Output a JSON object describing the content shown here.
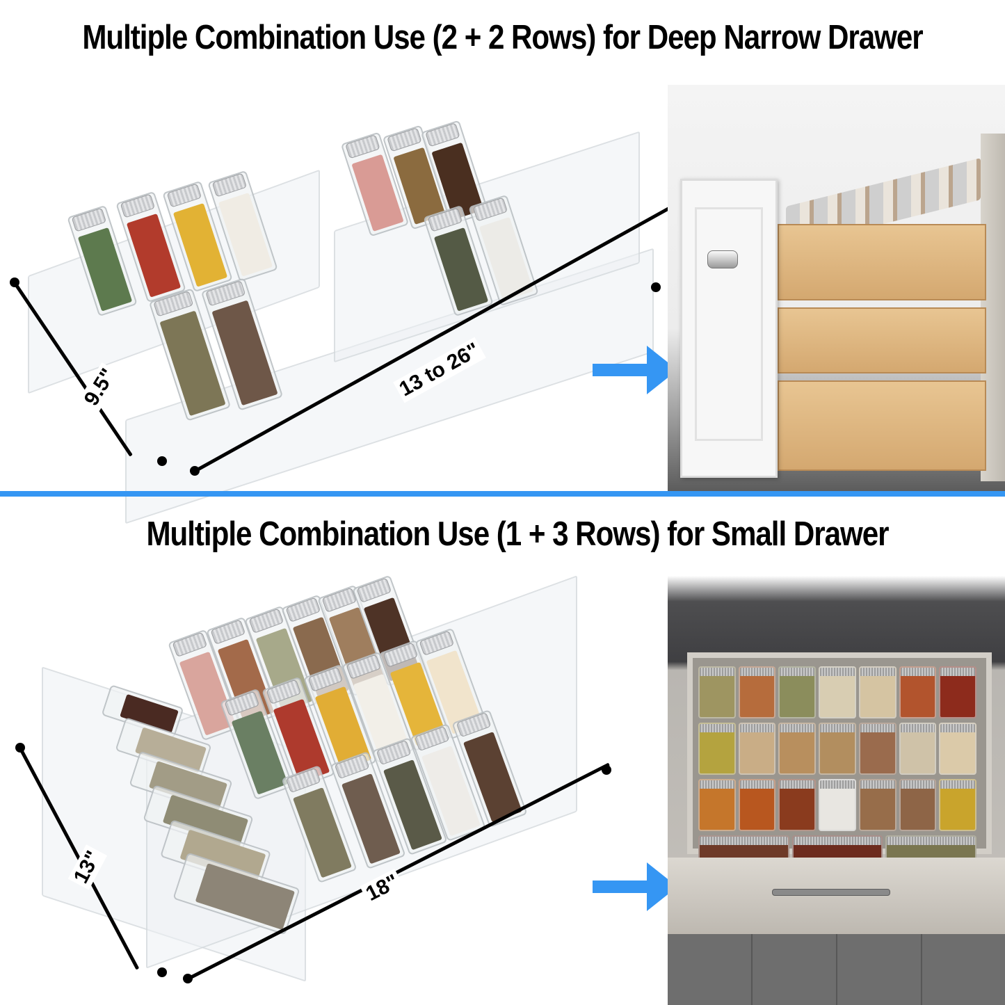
{
  "sections": [
    {
      "heading": "Multiple Combination Use  (2 + 2 Rows) for Deep Narrow Drawer",
      "configuration": "2 + 2 Rows",
      "drawer_type": "Deep Narrow Drawer",
      "dimensions": {
        "depth_label": "9.5\"",
        "width_label": "13 to 26\""
      },
      "arrow_icon": "right-arrow-icon",
      "photo": "deep-drawer-with-spice-jars"
    },
    {
      "heading": "Multiple Combination Use  (1 + 3 Rows) for Small Drawer",
      "configuration": "1 + 3 Rows",
      "drawer_type": "Small Drawer",
      "dimensions": {
        "depth_label": "13\"",
        "width_label": "18\""
      },
      "arrow_icon": "right-arrow-icon",
      "photo": "small-drawer-with-spice-jars"
    }
  ],
  "colors": {
    "accent_blue": "#3596f3",
    "text": "#000000",
    "background": "#ffffff"
  },
  "jar_fills": {
    "top_row_a": [
      "#5d7a4e",
      "#b23b2c",
      "#e2b234",
      "#f0ece4"
    ],
    "top_row_b": [
      "#d99b95",
      "#8b6b3f",
      "#4a2f20"
    ],
    "mid_row_b": [
      "#545a45",
      "#ecebe7"
    ],
    "front_row_a": [
      "#7d7656",
      "#6e5748"
    ],
    "bottom_back": [
      "#d9a59d",
      "#a36a4a",
      "#a7a98a",
      "#8a6a4e",
      "#9f7e5e",
      "#4e3326"
    ],
    "bottom_mid": [
      "#6a7f63",
      "#ae3a2d",
      "#e1ad35",
      "#f2efe8",
      "#e5b53a",
      "#f1e4cc"
    ],
    "bottom_front": [
      "#807b60",
      "#6f5d4f",
      "#5a5a48",
      "#eeece8",
      "#5b4132"
    ],
    "bottom_side": [
      "#4a2a22",
      "#b7ae98",
      "#a29c86",
      "#8f8c75",
      "#b1a88f",
      "#8d8577"
    ],
    "drawer_grid": [
      [
        "#9e9561",
        "#b66c3c",
        "#8b8d5c",
        "#d8cdb2",
        "#d5c4a2",
        "#b2542d",
        "#8d2b1c"
      ],
      [
        "#b4a33f",
        "#c9ad86",
        "#b88f5e",
        "#b28e5f",
        "#9a6b4d",
        "#cfc2a8",
        "#dbcaa9"
      ],
      [
        "#c5762b",
        "#b8571f",
        "#8a3b1e",
        "#e8e6e1",
        "#976d4a",
        "#8e6547",
        "#c9a42c"
      ],
      [
        "#6e3a28",
        "#6d2c1e",
        "#7a7650"
      ]
    ]
  }
}
